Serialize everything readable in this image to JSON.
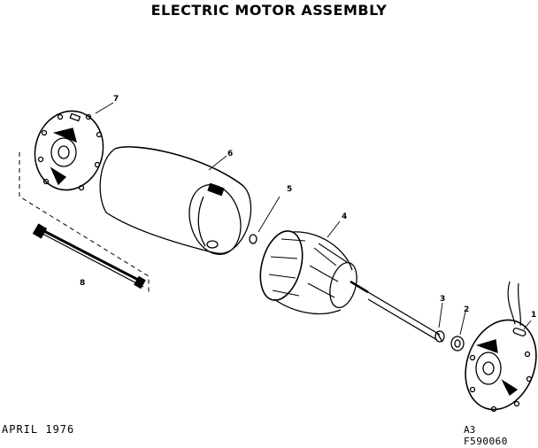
{
  "title": "ELECTRIC MOTOR ASSEMBLY",
  "date_label": "APRIL 1976",
  "page_code": "A3",
  "drawing_code": "F590060",
  "part_callouts": [
    "1",
    "2",
    "3",
    "4",
    "5",
    "6",
    "7",
    "8"
  ]
}
